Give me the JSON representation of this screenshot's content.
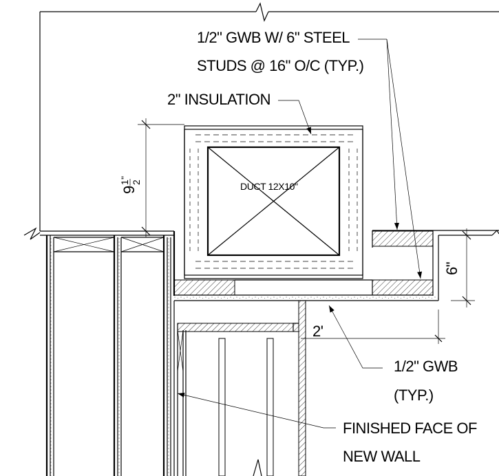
{
  "labels": {
    "gwb_studs_line1": "1/2\" GWB W/ 6\" STEEL",
    "gwb_studs_line2": "STUDS @ 16\" O/C (TYP.)",
    "insulation": "2\" INSULATION",
    "duct": "DUCT 12X10\"",
    "dim_height": "9",
    "dim_frac_num": "1",
    "dim_frac_den": "2",
    "dim_height_unit": "\"",
    "dim_six": "6\"",
    "dim_two": "2'",
    "gwb_line1": "1/2\" GWB",
    "gwb_line2": "(TYP.)",
    "finished_line1": "FINISHED FACE OF",
    "finished_line2": "NEW WALL"
  }
}
